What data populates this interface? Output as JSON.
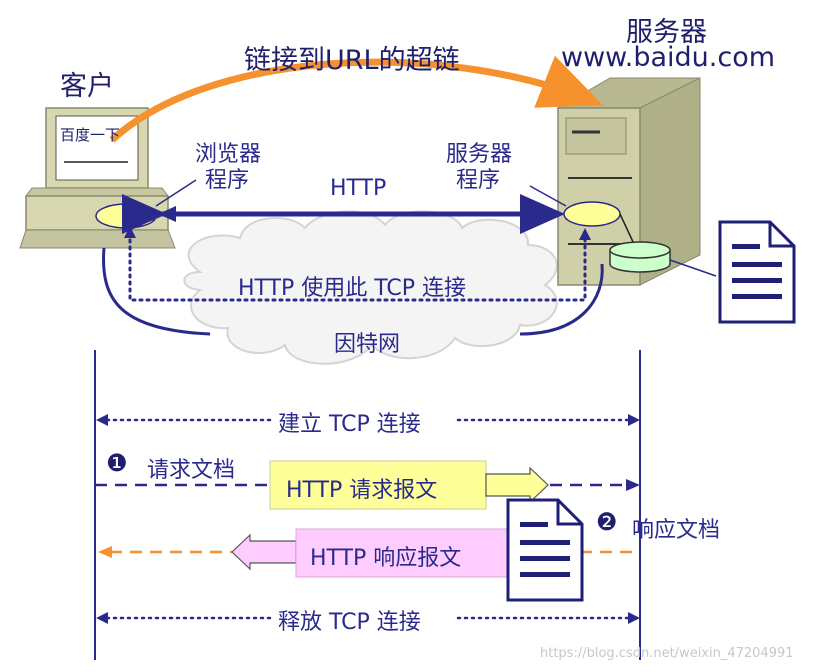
{
  "client": {
    "label": "客户",
    "screen_text": "百度一下"
  },
  "server": {
    "label": "服务器",
    "domain": "www.baidu.com"
  },
  "hyperlink_label": "链接到URL的超链",
  "browser_label": [
    "浏览器",
    "程序"
  ],
  "server_program_label": [
    "服务器",
    "程序"
  ],
  "http_label": "HTTP",
  "tcp_usage_label": "HTTP 使用此 TCP 连接",
  "internet_label": "因特网",
  "establish_label": "建立 TCP 连接",
  "request": {
    "step": "❶",
    "label": "请求文档",
    "message": "HTTP 请求报文"
  },
  "response": {
    "step": "❷",
    "label": "响应文档",
    "message": "HTTP 响应报文"
  },
  "release_label": "释放 TCP 连接",
  "watermark": "https://blog.csdn.net/weixin_47204991",
  "colors": {
    "navy": "#2a2a8c",
    "orange": "#f5922e",
    "request_box": "#ffff99",
    "response_box": "#ffccff",
    "computer": "#d8d8b0",
    "ellipse": "#ffff99",
    "disk": "#ccffcc"
  }
}
